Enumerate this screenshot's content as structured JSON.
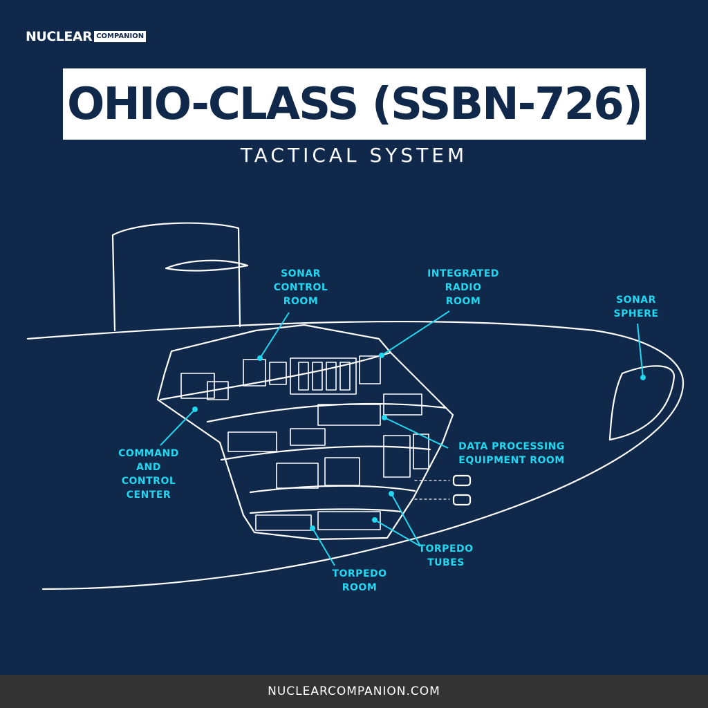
{
  "brand": {
    "main": "NUCLEAR",
    "tag": "COMPANION"
  },
  "title": "OHIO-CLASS (SSBN-726)",
  "subtitle": "TACTICAL SYSTEM",
  "labels": {
    "sonar_control_room": "SONAR\nCONTROL\nROOM",
    "integrated_radio_room": "INTEGRATED\nRADIO\nROOM",
    "sonar_sphere": "SONAR\nSPHERE",
    "command_and_control_center": "COMMAND\nAND\nCONTROL\nCENTER",
    "data_processing_equipment_room": "DATA PROCESSING\nEQUIPMENT ROOM",
    "torpedo_tubes": "TORPEDO\nTUBES",
    "torpedo_room": "TORPEDO\nROOM"
  },
  "footer": "NUCLEARCOMPANION.COM",
  "colors": {
    "background": "#10284a",
    "callout": "#22d7f0",
    "line": "#ffffff",
    "footer_bg": "#333333"
  }
}
